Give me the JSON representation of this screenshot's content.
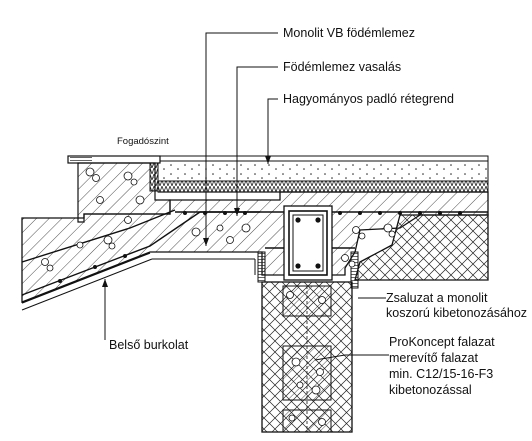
{
  "labels": {
    "monolit_slab": "Monolit VB födémlemez",
    "slab_rebar": "Födémlemez vasalás",
    "floor_layers": "Hagyományos padló rétegrend",
    "landing_level": "Fogadószint",
    "inner_cladding": "Belső burkolat",
    "formwork_line1": "Zsaluzat a monolit",
    "formwork_line2": "koszorú kibetonozásához",
    "wall_line1": "ProKoncept falazat",
    "wall_line2": "merevítő falazat",
    "wall_line3": "min. C12/15-16-F3",
    "wall_line4": "kibetonozással"
  },
  "colors": {
    "line": "#111111",
    "hatch": "#222222",
    "background": "#ffffff"
  }
}
